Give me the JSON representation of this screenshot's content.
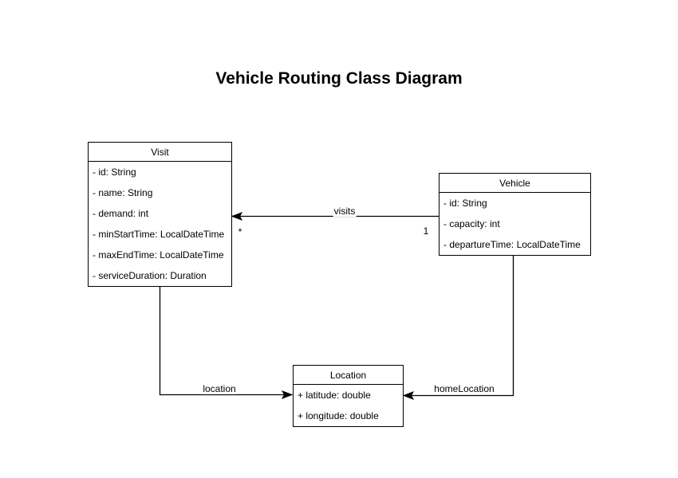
{
  "title": "Vehicle Routing Class Diagram",
  "classes": {
    "visit": {
      "name": "Visit",
      "attributes": [
        "- id: String",
        "- name: String",
        "- demand: int",
        "- minStartTime: LocalDateTime",
        "- maxEndTime: LocalDateTime",
        "- serviceDuration: Duration"
      ]
    },
    "vehicle": {
      "name": "Vehicle",
      "attributes": [
        "- id: String",
        "- capacity: int",
        "- departureTime: LocalDateTime"
      ]
    },
    "location": {
      "name": "Location",
      "attributes": [
        "+ latitude: double",
        "+ longitude: double"
      ]
    }
  },
  "relationships": {
    "visits": {
      "label": "visits",
      "target_multiplicity": "*",
      "source_multiplicity": "1"
    },
    "location": {
      "label": "location"
    },
    "home_location": {
      "label": "homeLocation"
    }
  },
  "colors": {
    "stroke": "#000000",
    "text": "#000000",
    "background": "#ffffff"
  }
}
